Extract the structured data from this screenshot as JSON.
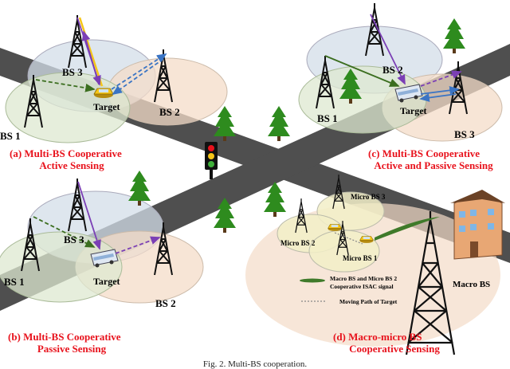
{
  "panels": {
    "a": {
      "title_line1": "(a)  Multi-BS Cooperative",
      "title_line2": "Active Sensing",
      "bs1": "BS 1",
      "bs2": "BS 2",
      "bs3": "BS 3",
      "target": "Target"
    },
    "b": {
      "title_line1": "(b) Multi-BS Cooperative",
      "title_line2": "Passive Sensing",
      "bs1": "BS 1",
      "bs2": "BS 2",
      "bs3": "BS 3",
      "target": "Target"
    },
    "c": {
      "title_line1": "(c) Multi-BS Cooperative",
      "title_line2": "Active and Passive Sensing",
      "bs1": "BS 1",
      "bs2": "BS 2",
      "bs3": "BS 3",
      "target": "Target"
    },
    "d": {
      "title_line1": "(d) Macro-micro BS",
      "title_line2": "Cooperative Sensing",
      "micro_bs1": "Micro BS 1",
      "micro_bs2": "Micro BS 2",
      "micro_bs3": "Micro BS 3",
      "macro_bs": "Macro BS",
      "legend_signal_line1": "Macro BS and Micro BS 2",
      "legend_signal_line2": "Cooperative ISAC signal",
      "legend_path": "Moving Path of Target"
    }
  },
  "caption": "Fig. 2. Multi-BS cooperation.",
  "colors": {
    "road": "#4f4f4f",
    "road_border": "#8a8a8a",
    "coverage_blue": "#d3dde8",
    "coverage_green": "#dde8d0",
    "coverage_peach": "#f4dcc8",
    "title_red": "#e8121c",
    "path_purple": "#7b3fb5",
    "path_blue": "#3a74c4",
    "path_green": "#3b6e1f",
    "tree_green": "#2e8b1e",
    "signal_green": "#3f7a2a"
  }
}
